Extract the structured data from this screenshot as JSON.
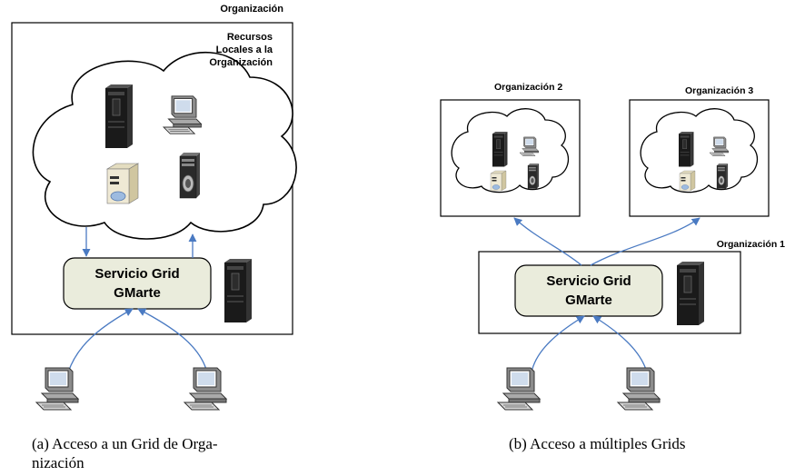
{
  "diagram_a": {
    "org_label": "Organización",
    "local_resources_lines": [
      "Recursos",
      "Locales a la",
      "Organización"
    ],
    "service_lines": [
      "Servicio Grid",
      "GMarte"
    ],
    "caption_lines": [
      "(a) Acceso a un Grid de Orga-",
      "nización"
    ]
  },
  "diagram_b": {
    "org2_label": "Organización 2",
    "org3_label": "Organización 3",
    "org1_label": "Organización 1",
    "service_lines": [
      "Servicio Grid",
      "GMarte"
    ],
    "caption": "(b) Acceso a múltiples Grids"
  },
  "colors": {
    "arrow": "#4a7ac2",
    "service_fill": "#eaecdc",
    "tower": "#1a1a1a",
    "disk": "#c8d8ec"
  }
}
